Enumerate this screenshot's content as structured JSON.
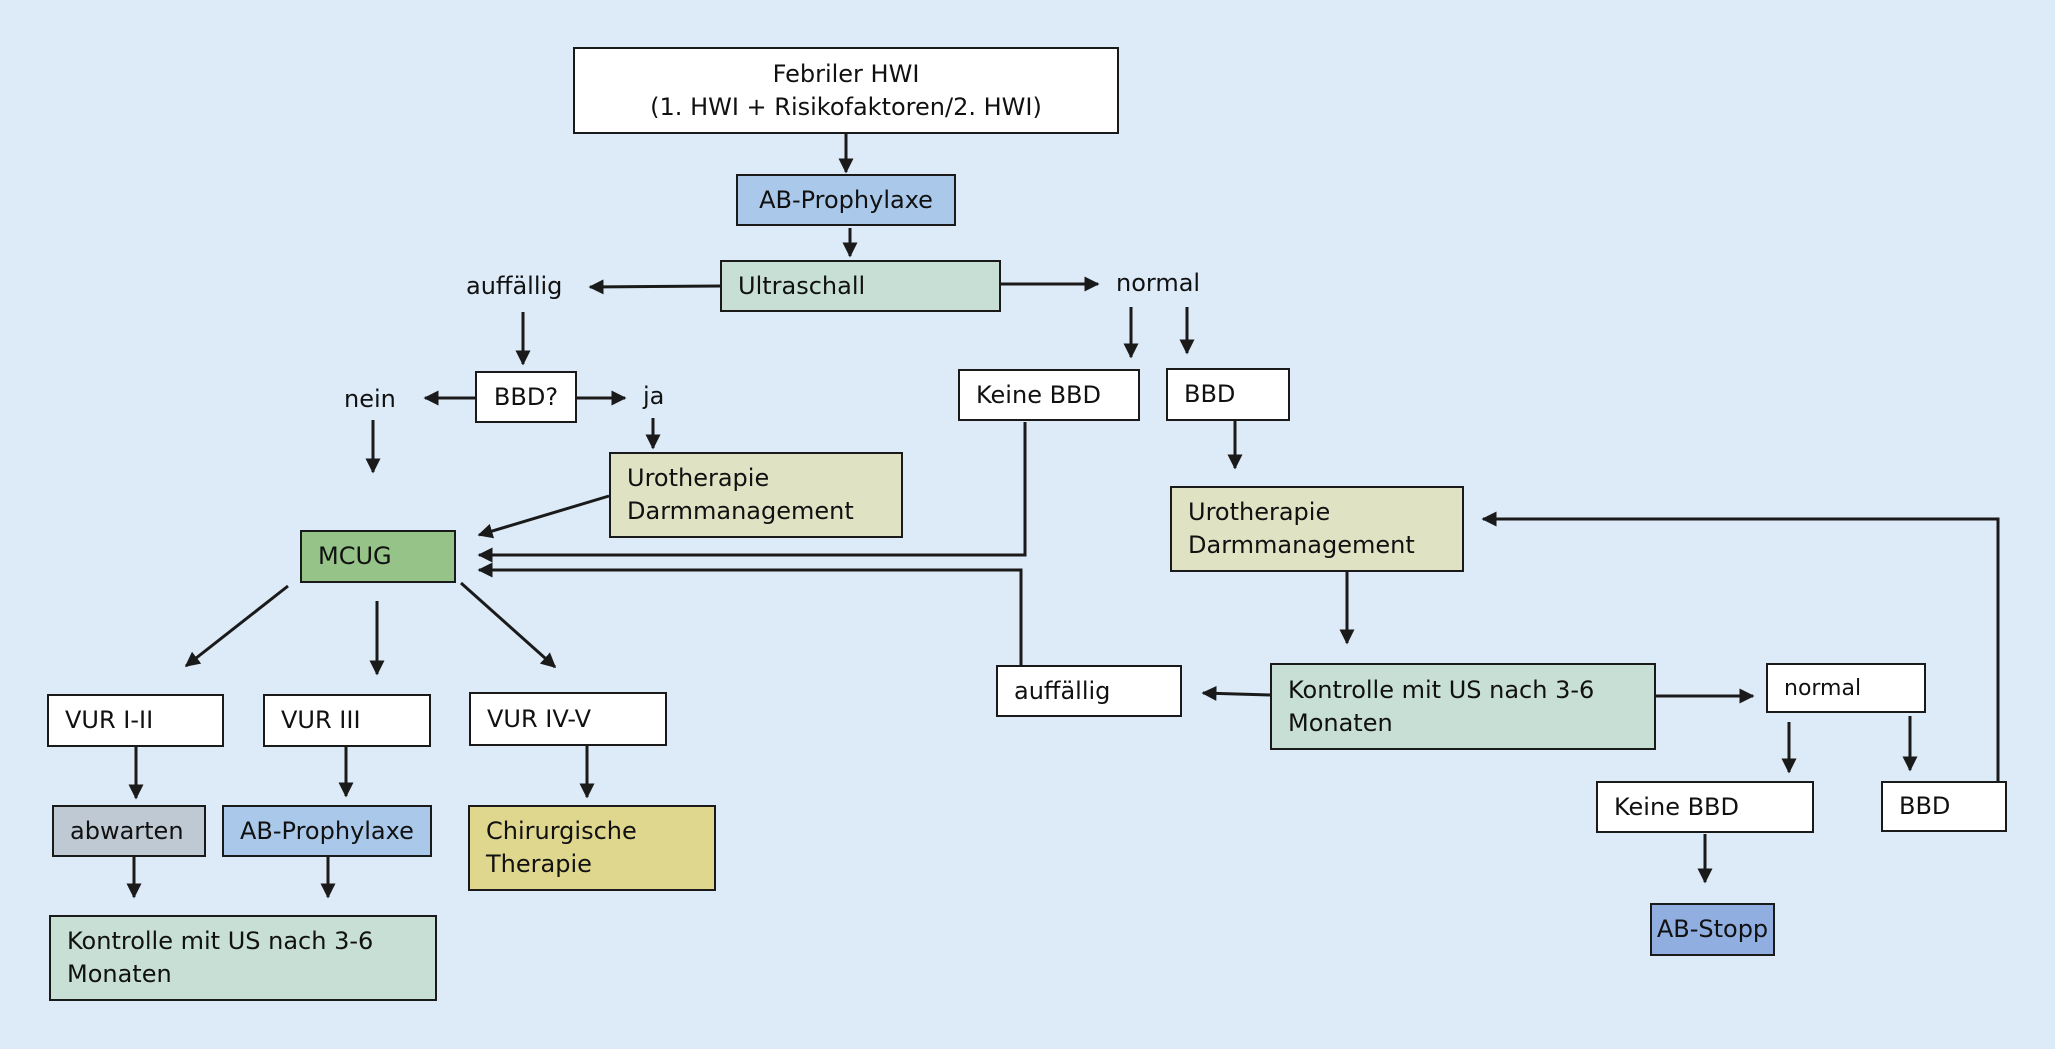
{
  "colors": {
    "background": "#ddeaf7",
    "box_white": "#ffffff",
    "ab_prophylaxe_blue": "#a9c8ea",
    "ultraschall_mint": "#c7dfd4",
    "mcug_green": "#95c388",
    "urotherapie_beige": "#e0e2c4",
    "chirurgie_yellow": "#e0d78f",
    "abwarten_grey": "#bfc9d3",
    "ab_stopp_blue": "#90aee0",
    "line": "#1a1a1a"
  },
  "nodes": {
    "start_line1": "Febriler HWI",
    "start_line2": "(1. HWI + Risikofaktoren/2. HWI)",
    "ab_prophylaxe_top": "AB-Prophylaxe",
    "ultraschall": "Ultraschall",
    "auffaellig_top": "auffällig",
    "normal_top": "normal",
    "bbd_question": "BBD?",
    "nein": "nein",
    "ja": "ja",
    "urotherapie_left_line1": "Urotherapie",
    "urotherapie_left_line2": "Darmmanagement",
    "mcug": "MCUG",
    "keine_bbd_top": "Keine BBD",
    "bbd_top": "BBD",
    "urotherapie_right_line1": "Urotherapie",
    "urotherapie_right_line2": "Darmmanagement",
    "vur_1_2": "VUR I-II",
    "vur_3": "VUR III",
    "vur_4_5": "VUR IV-V",
    "abwarten": "abwarten",
    "ab_prophylaxe_bottom": "AB-Prophylaxe",
    "chirurgische_line1": "Chirurgische",
    "chirurgische_line2": "Therapie",
    "kontrolle_left_line1": "Kontrolle mit US nach 3-6",
    "kontrolle_left_line2": "Monaten",
    "auffaellig_right": "auffällig",
    "kontrolle_right_line1": "Kontrolle mit US nach 3-6",
    "kontrolle_right_line2": "Monaten",
    "normal_right": "normal",
    "keine_bbd_bottom": "Keine BBD",
    "bbd_bottom": "BBD",
    "ab_stopp": "AB-Stopp"
  }
}
